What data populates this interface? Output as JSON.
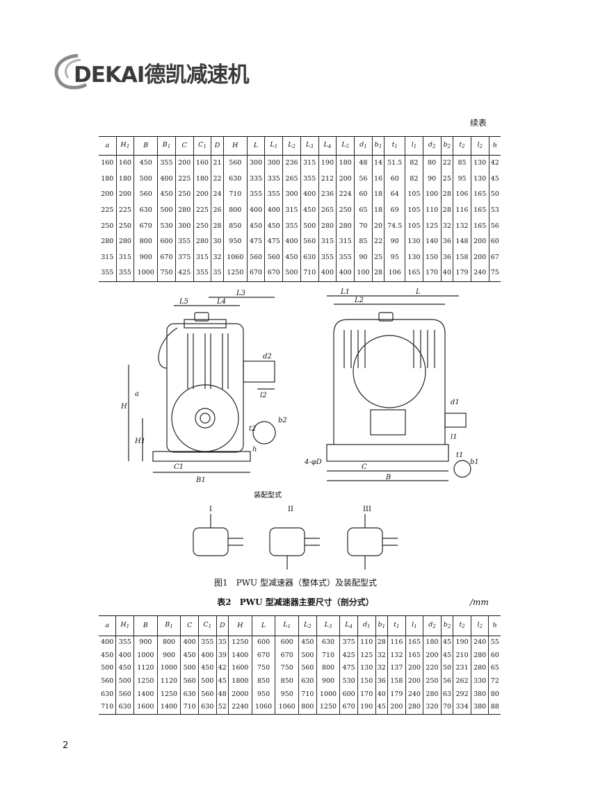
{
  "logo": {
    "text": "DEKAI德凯减速机"
  },
  "table1": {
    "caption": "续表",
    "headers": [
      "a",
      "H1",
      "B",
      "B1",
      "C",
      "C1",
      "D",
      "H",
      "L",
      "L1",
      "L2",
      "L3",
      "L4",
      "L5",
      "d1",
      "b1",
      "t1",
      "l1",
      "d2",
      "b2",
      "t2",
      "l2",
      "h"
    ],
    "rows": [
      [
        "160",
        "160",
        "450",
        "355",
        "200",
        "160",
        "21",
        "560",
        "300",
        "300",
        "236",
        "315",
        "190",
        "180",
        "48",
        "14",
        "51.5",
        "82",
        "80",
        "22",
        "85",
        "130",
        "42"
      ],
      [
        "180",
        "180",
        "500",
        "400",
        "225",
        "180",
        "22",
        "630",
        "335",
        "335",
        "265",
        "355",
        "212",
        "200",
        "56",
        "16",
        "60",
        "82",
        "90",
        "25",
        "95",
        "130",
        "45"
      ],
      [
        "200",
        "200",
        "560",
        "450",
        "250",
        "200",
        "24",
        "710",
        "355",
        "355",
        "300",
        "400",
        "236",
        "224",
        "60",
        "18",
        "64",
        "105",
        "100",
        "28",
        "106",
        "165",
        "50"
      ],
      [
        "225",
        "225",
        "630",
        "500",
        "280",
        "225",
        "26",
        "800",
        "400",
        "400",
        "315",
        "450",
        "265",
        "250",
        "65",
        "18",
        "69",
        "105",
        "110",
        "28",
        "116",
        "165",
        "53"
      ],
      [
        "250",
        "250",
        "670",
        "530",
        "300",
        "250",
        "28",
        "850",
        "450",
        "450",
        "355",
        "500",
        "280",
        "280",
        "70",
        "20",
        "74.5",
        "105",
        "125",
        "32",
        "132",
        "165",
        "56"
      ],
      [
        "280",
        "280",
        "800",
        "600",
        "355",
        "280",
        "30",
        "950",
        "475",
        "475",
        "400",
        "560",
        "315",
        "315",
        "85",
        "22",
        "90",
        "130",
        "140",
        "36",
        "148",
        "200",
        "60"
      ],
      [
        "315",
        "315",
        "900",
        "670",
        "375",
        "315",
        "32",
        "1060",
        "560",
        "560",
        "450",
        "630",
        "355",
        "355",
        "90",
        "25",
        "95",
        "130",
        "150",
        "36",
        "158",
        "200",
        "67"
      ],
      [
        "355",
        "355",
        "1000",
        "750",
        "425",
        "355",
        "35",
        "1250",
        "670",
        "670",
        "500",
        "710",
        "400",
        "400",
        "100",
        "28",
        "106",
        "165",
        "170",
        "40",
        "179",
        "240",
        "75"
      ]
    ]
  },
  "figure": {
    "labels": {
      "L3": "L3",
      "L5": "L5",
      "L4": "L4",
      "L1": "L1",
      "L": "L",
      "L2": "L2",
      "d2": "d2",
      "H": "H",
      "a": "a",
      "H1": "H1",
      "l2": "l2",
      "h": "h",
      "b2": "b2",
      "t2": "t2",
      "C1": "C1",
      "B1": "B1",
      "d1": "d1",
      "l1": "l1",
      "t1": "t1",
      "b1": "b1",
      "D": "4-φD",
      "C": "C",
      "B": "B"
    },
    "assembly_title": "装配型式",
    "assembly_types": [
      "I",
      "II",
      "III"
    ],
    "caption": "图1　PWU 型减速器（整体式）及装配型式"
  },
  "table2": {
    "title": "表2　PWU 型减速器主要尺寸（剖分式）",
    "unit": "/mm",
    "headers": [
      "a",
      "H1",
      "B",
      "B1",
      "C",
      "C1",
      "D",
      "H",
      "L",
      "L1",
      "L2",
      "L3",
      "L4",
      "d1",
      "b1",
      "t1",
      "l1",
      "d2",
      "b2",
      "t2",
      "l2",
      "h"
    ],
    "rows": [
      [
        "400",
        "355",
        "900",
        "800",
        "400",
        "355",
        "35",
        "1250",
        "600",
        "600",
        "450",
        "630",
        "375",
        "110",
        "28",
        "116",
        "165",
        "180",
        "45",
        "190",
        "240",
        "55"
      ],
      [
        "450",
        "400",
        "1000",
        "900",
        "450",
        "400",
        "39",
        "1400",
        "670",
        "670",
        "500",
        "710",
        "425",
        "125",
        "32",
        "132",
        "165",
        "200",
        "45",
        "210",
        "280",
        "60"
      ],
      [
        "500",
        "450",
        "1120",
        "1000",
        "500",
        "450",
        "42",
        "1600",
        "750",
        "750",
        "560",
        "800",
        "475",
        "130",
        "32",
        "137",
        "200",
        "220",
        "50",
        "231",
        "280",
        "65"
      ],
      [
        "560",
        "500",
        "1250",
        "1120",
        "560",
        "500",
        "45",
        "1800",
        "850",
        "850",
        "630",
        "900",
        "530",
        "150",
        "36",
        "158",
        "200",
        "250",
        "56",
        "262",
        "330",
        "72"
      ],
      [
        "630",
        "560",
        "1400",
        "1250",
        "630",
        "560",
        "48",
        "2000",
        "950",
        "950",
        "710",
        "1000",
        "600",
        "170",
        "40",
        "179",
        "240",
        "280",
        "63",
        "292",
        "380",
        "80"
      ],
      [
        "710",
        "630",
        "1600",
        "1400",
        "710",
        "630",
        "52",
        "2240",
        "1060",
        "1060",
        "800",
        "1250",
        "670",
        "190",
        "45",
        "200",
        "280",
        "320",
        "70",
        "334",
        "380",
        "88"
      ]
    ]
  },
  "page_number": "2"
}
